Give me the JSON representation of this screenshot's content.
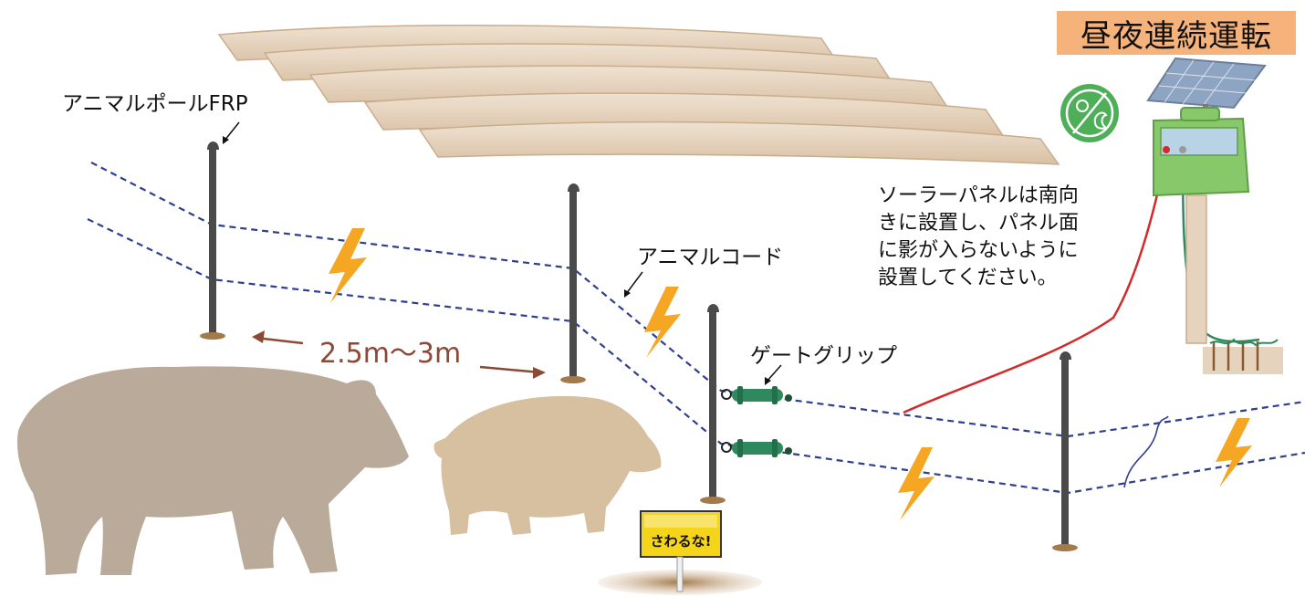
{
  "badge": {
    "text": "昼夜連続運転",
    "color": "#f5b27a"
  },
  "labels": {
    "pole": "アニマルポールFRP",
    "cord": "アニマルコード",
    "grip": "ゲートグリップ",
    "distance": "2.5m〜3m"
  },
  "note": {
    "lines": [
      "ソーラーパネルは南向",
      "きに設置し、パネル面",
      "に影が入らないように",
      "設置してください。"
    ]
  },
  "sign": {
    "text": "さわるな!"
  },
  "colors": {
    "wire": "#2e3f8f",
    "lightning": "#f5a623",
    "pole": "#4a4a4a",
    "grip": "#2e8a5e",
    "energizer": "#86c86a",
    "lead": "#d32a2a",
    "ground_lead": "#2e8a5e",
    "bear": "#b9aa9a",
    "boar": "#d7c0a0",
    "field": "#e6d3bd",
    "distance_arrow": "#8a4a36"
  },
  "icons": [
    "day-night-icon",
    "solar-panel-icon",
    "lightning-icon",
    "warning-sign-icon"
  ]
}
